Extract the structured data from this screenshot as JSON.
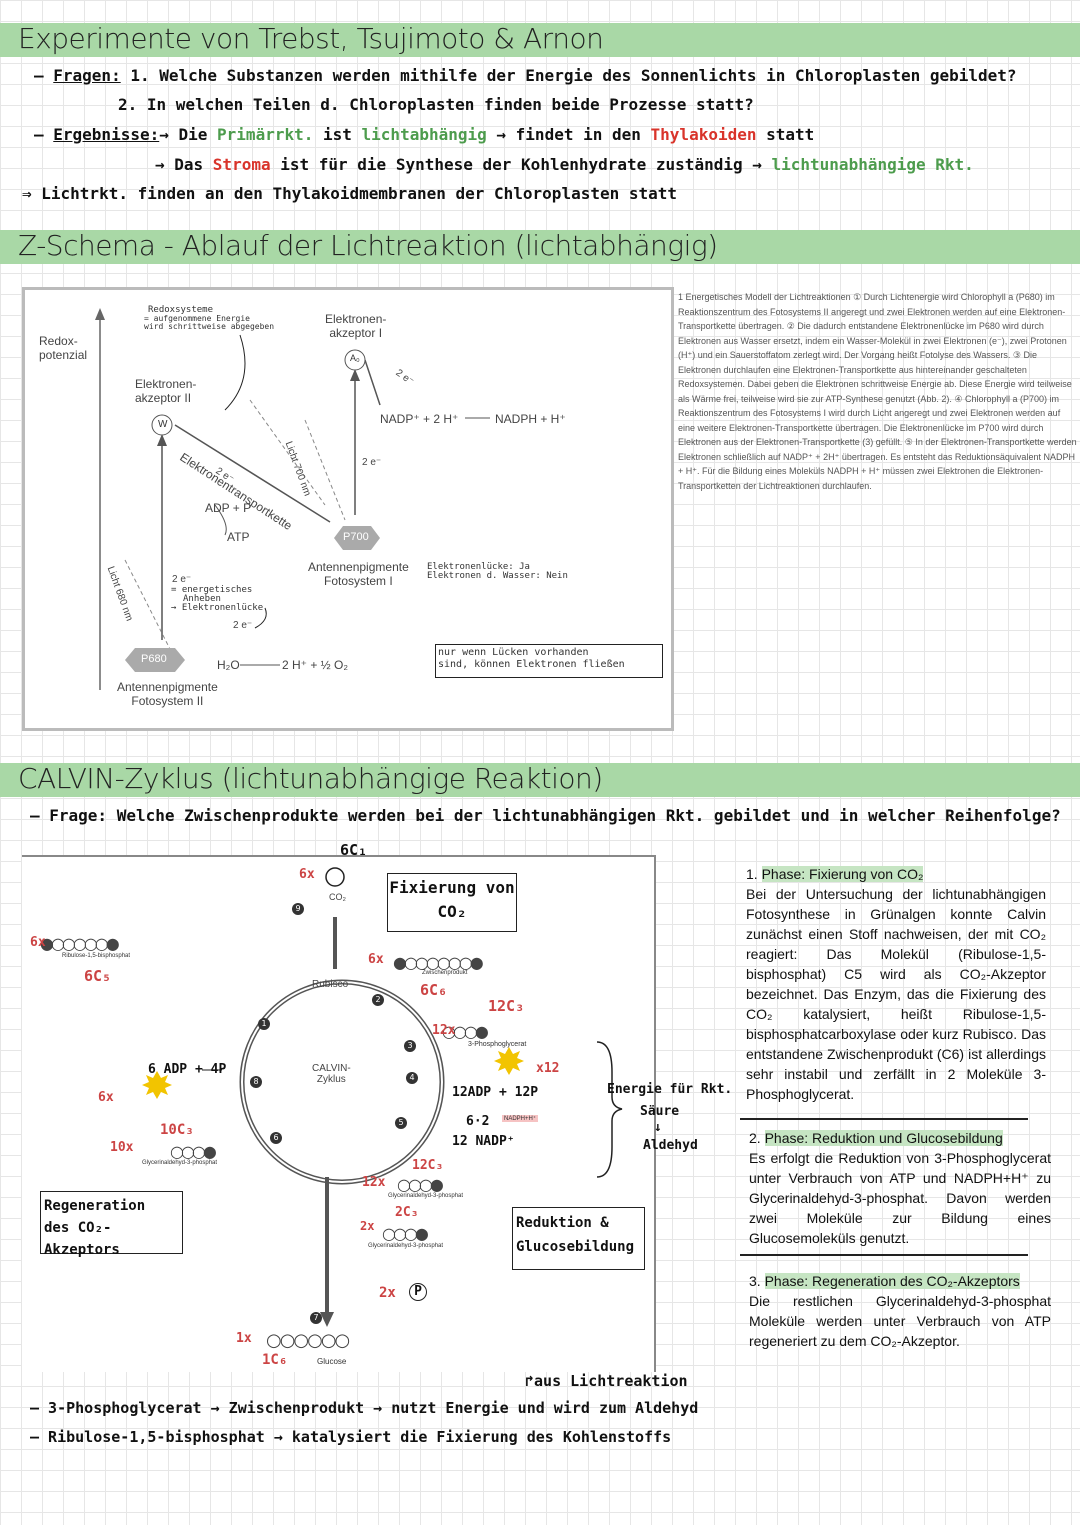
{
  "section1": {
    "title": "Experimente von Trebst, Tsujimoto & Arnon",
    "fragen_label": "Fragen:",
    "frage1": "1. Welche Substanzen werden mithilfe der Energie des Sonnenlichts in Chloroplasten gebildet?",
    "frage2": "2. In welchen Teilen d. Chloroplasten finden beide Prozesse statt?",
    "ergebnisse_label": "Ergebnisse:",
    "erg1_a": "→ Die ",
    "erg1_primar": "Primärrkt.",
    "erg1_b": " ist ",
    "erg1_licht": "lichtabhängig",
    "erg1_c": " → findet in den ",
    "erg1_thyl": "Thylakoiden",
    "erg1_d": " statt",
    "erg2_a": "→ Das ",
    "erg2_stroma": "Stroma",
    "erg2_b": " ist für die Synthese der Kohlenhydrate zuständig → ",
    "erg2_c": "lichtunabhängige Rkt.",
    "fazit": "⇒ Lichtrkt. finden an den Thylakoidmembranen der Chloroplasten statt"
  },
  "section2": {
    "title": "Z-Schema - Ablauf der Lichtreaktion (lichtabhängig)",
    "diagram": {
      "redox": "Redox-\npotenzial",
      "redoxsysteme": "Redoxsysteme",
      "redox_note1": "= aufgenommene Energie",
      "redox_note2": "wird schrittweise abgegeben",
      "akzeptor1": "Elektronen-\nakzeptor I",
      "a0": "A₀",
      "akzeptor2": "Elektronen-\nakzeptor II",
      "w": "W",
      "etk": "Elektronentransportkette",
      "two_e_1": "2 e⁻",
      "two_e_2": "2 e⁻",
      "two_e_3": "2 e⁻",
      "two_e_4": "2 e⁻",
      "two_e_5": "2 e⁻",
      "adp": "ADP + P",
      "atp": "ATP",
      "licht700": "Licht 700 nm",
      "licht680": "Licht 680 nm",
      "nadp": "NADP⁺ + 2 H⁺",
      "nadph": "NADPH + H⁺",
      "p700": "P700",
      "p680": "P680",
      "fs1": "Antennenpigmente\nFotosystem I",
      "fs2": "Antennenpigmente\nFotosystem II",
      "note_energ1": "= energetisches",
      "note_energ2": "Anheben",
      "note_energ3": "→ Elektronenlücke",
      "h2o": "H₂O",
      "h2": "2 H⁺ + ½ O₂",
      "luecke1": "Elektronenlücke: Ja",
      "luecke2": "Elektronen d. Wasser: Nein",
      "box_note": "nur wenn Lücken vorhanden\nsind, können Elektronen fließen"
    },
    "side_text": "1 Energetisches Modell der Lichtreaktionen ① Durch Lichtenergie wird Chlorophyll a (P680) im Reaktionszentrum des Fotosystems II angeregt und zwei Elektronen werden auf eine Elektronen-Transportkette übertragen. ② Die dadurch entstandene Elektronenlücke im P680 wird durch Elektronen aus Wasser ersetzt, indem ein Wasser-Molekül in zwei Elektronen (e⁻), zwei Protonen (H⁺) und ein Sauerstoffatom zerlegt wird. Der Vorgang heißt Fotolyse des Wassers. ③ Die Elektronen durchlaufen eine Elektronen-Transportkette aus hintereinander geschalteten Redoxsystemen. Dabei geben die Elektronen schrittweise Energie ab. Diese Energie wird teilweise als Wärme frei, teilweise wird sie zur ATP-Synthese genutzt (Abb. 2). ④ Chlorophyll a (P700) im Reaktionszentrum des Fotosystems I wird durch Licht angeregt und zwei Elektronen werden auf eine weitere Elektronen-Transportkette übertragen. Die Elektronenlücke im P700 wird durch Elektronen aus der Elektronen-Transportkette (3) gefüllt. ⑤ In der Elektronen-Transportkette werden Elektronen schließlich auf NADP⁺ + 2H⁺ übertragen. Es entsteht das Reduktionsäquivalent NADPH + H⁺. Für die Bildung eines Moleküls NADPH + H⁺ müssen zwei Elektronen die Elektronen-Transportketten der Lichtreaktionen durchlaufen."
  },
  "section3": {
    "title": "CALVIN-Zyklus (lichtunabhängige Reaktion)",
    "frage": "– Frage: Welche Zwischenprodukte werden bei der lichtunabhängigen Rkt. gebildet und in welcher Reihenfolge?",
    "diagram": {
      "c1": "6C₁",
      "six_x": "6x",
      "co2": "CO₂",
      "fix_box": "Fixierung von\nCO₂",
      "six_x2": "6x",
      "ribulose": "Ribulose-1,5-bisphosphat",
      "c5": "6C₅",
      "rubisco": "Rubisco",
      "zwischen": "Zwischenprodukt",
      "c6": "6C₆",
      "c3_12": "12C₃",
      "twelve_x": "12x",
      "pglyc": "3-Phosphoglycerat",
      "adp6": "6 ADP + 4P",
      "six_x3": "6x",
      "x12": "x12",
      "adp12": "12ADP + 12P",
      "calvin": "CALVIN-\nZyklus",
      "c3_10": "10C₃",
      "ten_x": "10x",
      "gap1": "Glycerinaldehyd-3-phosphat",
      "nadph6": "6·2",
      "nadph_tag": "NADPH+H⁺",
      "nadp12": "12 NADP⁺",
      "c3_12b": "12C₃",
      "twelve_x2": "12x",
      "gap2": "Glycerinaldehyd-3-phosphat",
      "c3_2": "2C₃",
      "two_x": "2x",
      "gap3": "Glycerinaldehyd-3-phosphat",
      "regen_box": "Regeneration\ndes CO₂-Akzeptors",
      "reduk_box": "Reduktion &\nGlucosebildung",
      "p_2x": "2x",
      "p": "P",
      "one_x": "1x",
      "c6b": "1C₆",
      "glucose": "Glucose",
      "energie": "Energie für Rkt.",
      "saeure": "Säure",
      "aldehyd": "Aldehyd",
      "num1": "1",
      "num2": "2",
      "num3": "3",
      "num4": "4",
      "num5": "5",
      "num6": "6",
      "num7": "7",
      "num8": "8",
      "num9": "9"
    },
    "phase1_title": "Phase: Fixierung von CO₂",
    "phase1_num": "1.",
    "phase1_text": "Bei der Untersuchung der lichtunabhängigen Fotosynthese in Grünalgen konnte Calvin zunächst einen Stoff nachweisen, der mit CO₂ reagiert: Das Molekül (Ribulose-1,5-bisphosphat) C5 wird als CO₂-Akzeptor bezeichnet. Das Enzym, das die Fixierung des CO₂ katalysiert, heißt Ribulose-1,5-bisphosphatcarboxylase oder kurz Rubisco. Das entstandene Zwischenprodukt (C6) ist allerdings sehr instabil und zerfällt in 2 Moleküle 3-Phosphoglycerat.",
    "phase2_title": "Phase: Reduktion und Glucosebildung",
    "phase2_num": "2.",
    "phase2_text": "Es erfolgt die Reduktion von 3-Phosphoglycerat unter Verbrauch von ATP und NADPH+H⁺ zu Glycerinaldehyd-3-phosphat. Davon werden zwei Moleküle zur Bildung eines Glucosemoleküls genutzt.",
    "phase3_title": "Phase: Regeneration des CO₂-Akzeptors",
    "phase3_num": "3.",
    "phase3_text": "Die restlichen Glycerinaldehyd-3-phosphat Moleküle werden unter Verbrauch von ATP regeneriert zu dem CO₂-Akzeptor.",
    "aus_licht": "aus Lichtreaktion",
    "bullet1": "– 3-Phosphoglycerat → Zwischenprodukt → nutzt Energie und wird zum Aldehyd",
    "bullet2": "– Ribulose-1,5-bisphosphat → katalysiert die Fixierung des Kohlenstoffs"
  }
}
